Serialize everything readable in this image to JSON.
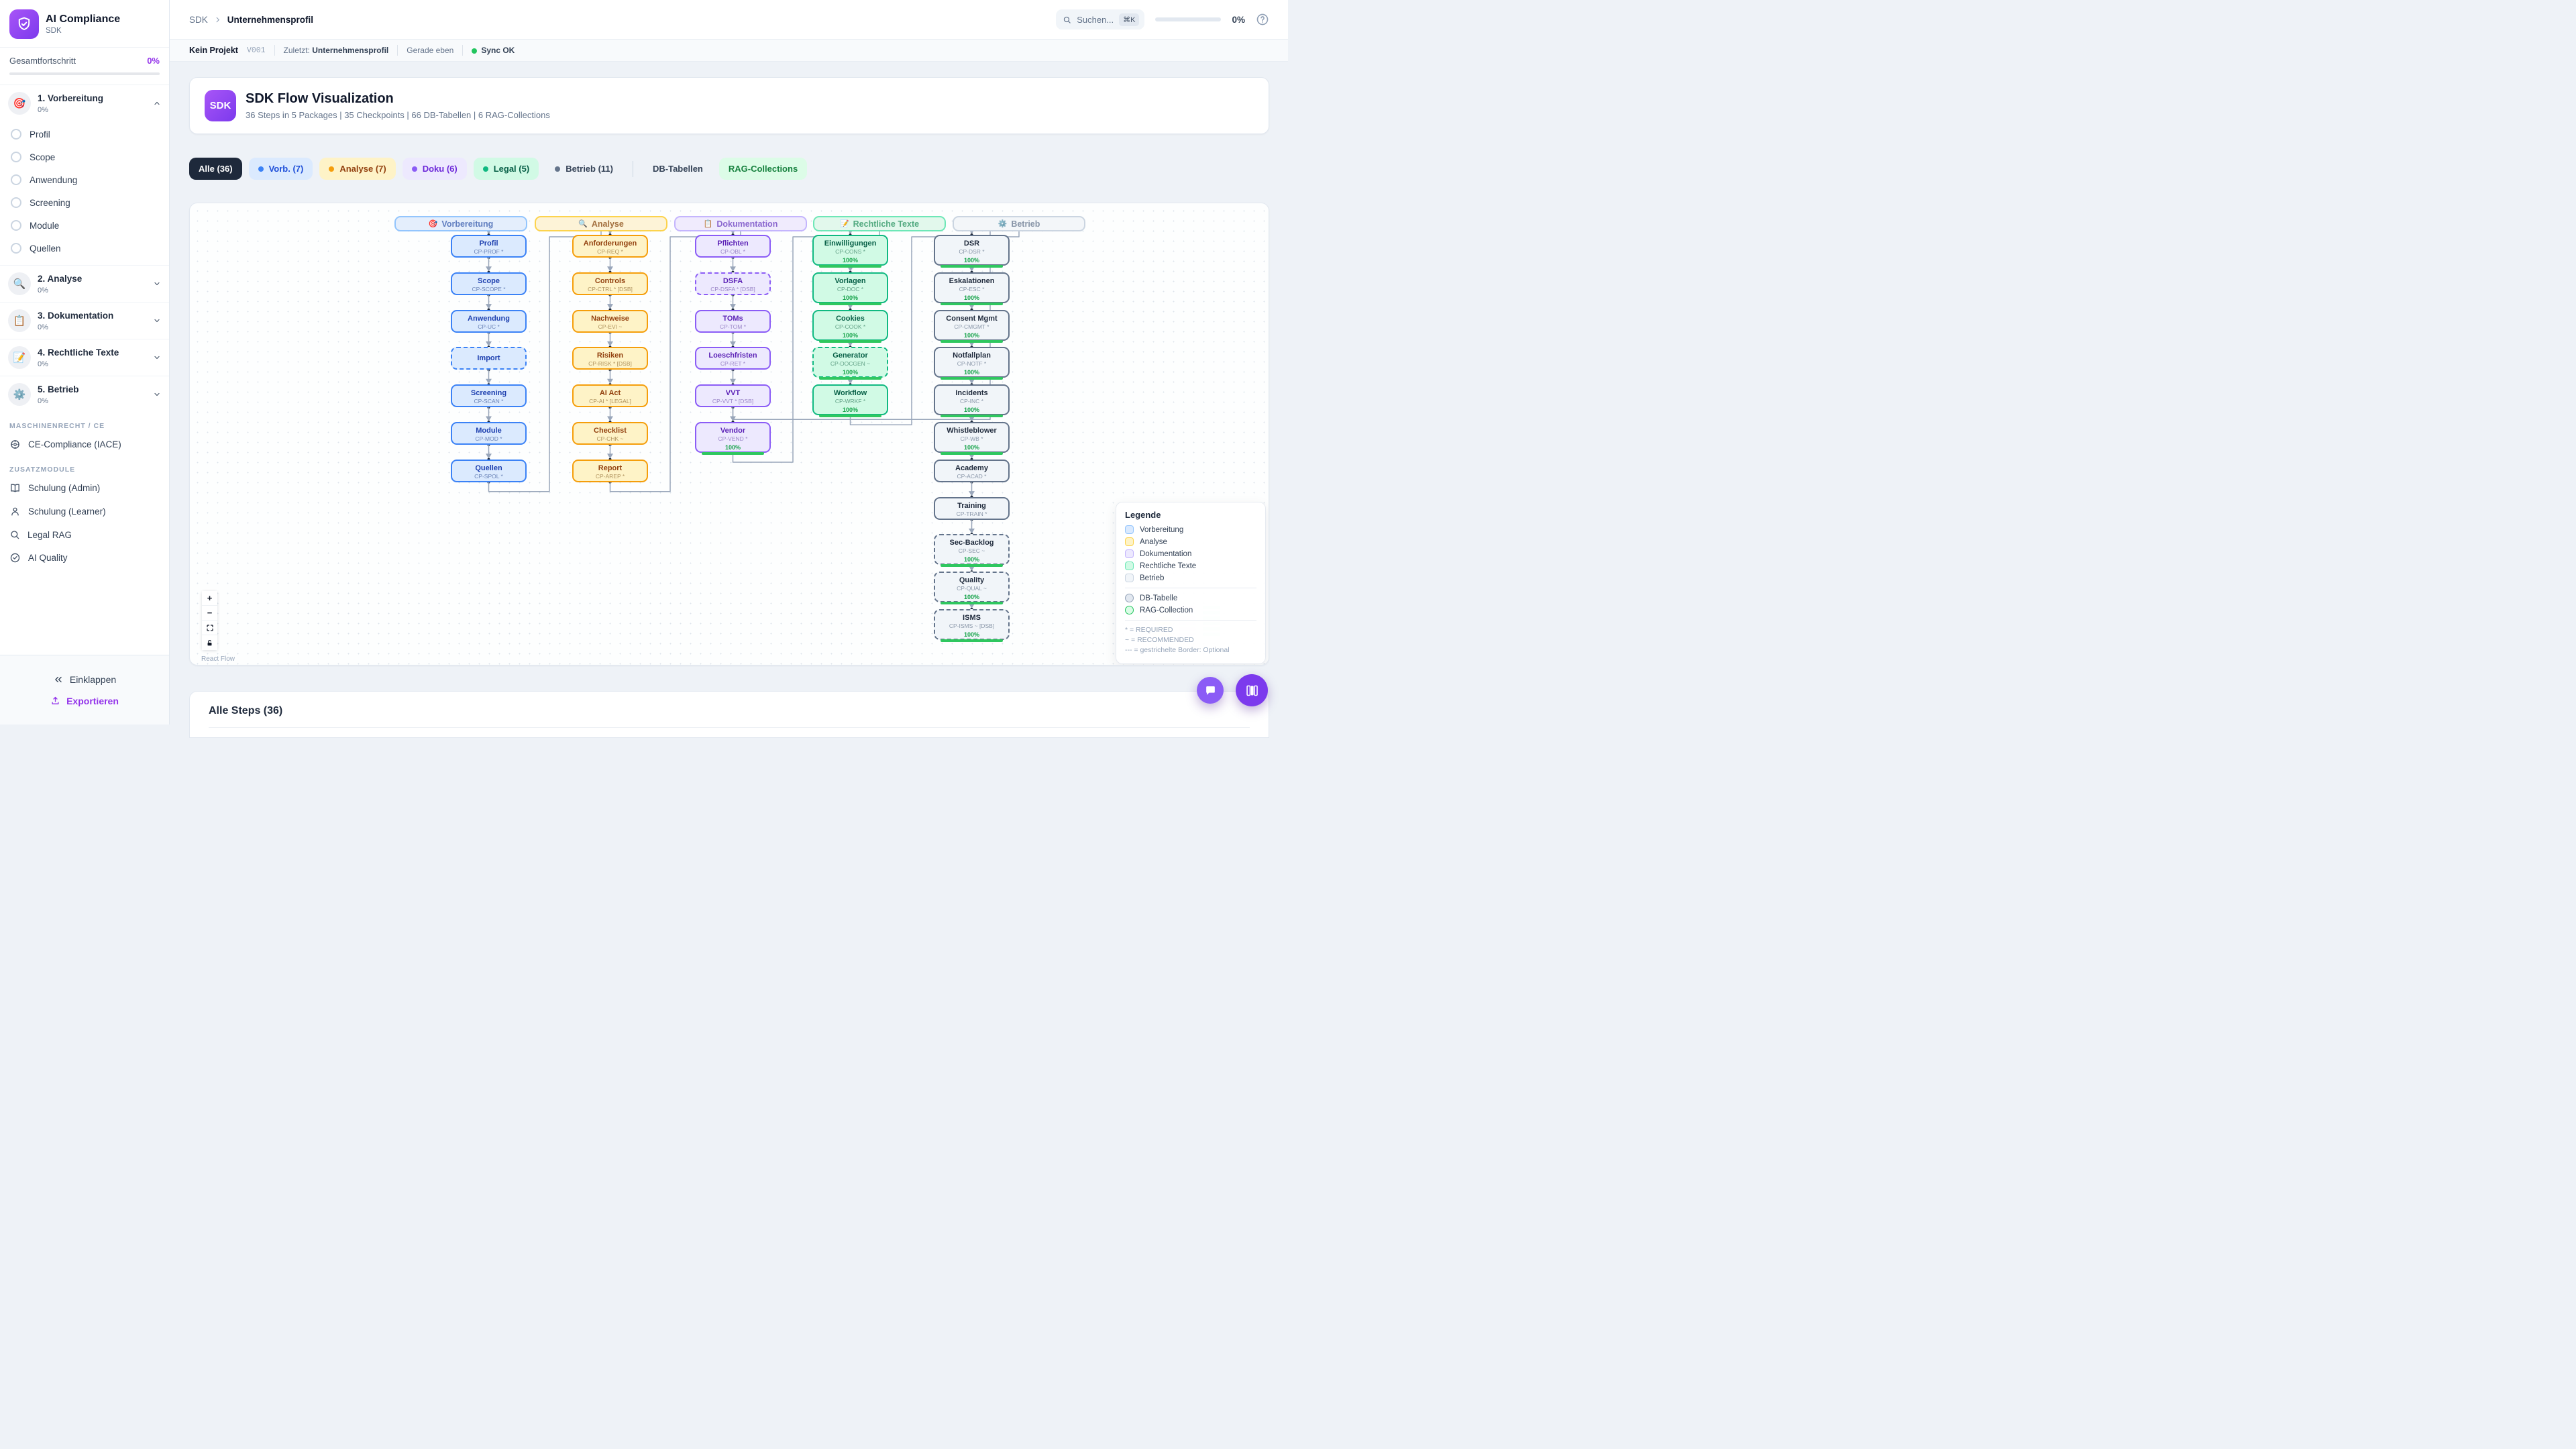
{
  "topbar": {
    "breadcrumb_root": "SDK",
    "breadcrumb_current": "Unternehmensprofil",
    "search_placeholder": "Suchen...",
    "search_shortcut": "⌘K",
    "progress_value": "0%"
  },
  "statusbar": {
    "project": "Kein Projekt",
    "version": "V001",
    "last_label": "Zuletzt:",
    "last_value": "Unternehmensprofil",
    "time": "Gerade eben",
    "sync": "Sync OK",
    "sync_color": "#22c55e"
  },
  "sidebar": {
    "app_title": "AI Compliance",
    "app_subtitle": "SDK",
    "overall_label": "Gesamtfortschritt",
    "overall_value": "0%",
    "accent": "#9333ea",
    "phases": [
      {
        "name": "1. Vorbereitung",
        "pct": "0%",
        "emoji": "🎯",
        "expanded": true,
        "items": [
          "Profil",
          "Scope",
          "Anwendung",
          "Screening",
          "Module",
          "Quellen"
        ]
      },
      {
        "name": "2. Analyse",
        "pct": "0%",
        "emoji": "🔍",
        "expanded": false,
        "items": []
      },
      {
        "name": "3. Dokumentation",
        "pct": "0%",
        "emoji": "📋",
        "expanded": false,
        "items": []
      },
      {
        "name": "4. Rechtliche Texte",
        "pct": "0%",
        "emoji": "📝",
        "expanded": false,
        "items": []
      },
      {
        "name": "5. Betrieb",
        "pct": "0%",
        "emoji": "⚙️",
        "expanded": false,
        "items": []
      }
    ],
    "section1_label": "MASCHINENRECHT / CE",
    "section1_items": [
      {
        "label": "CE-Compliance (IACE)",
        "icon": "iace-icon"
      }
    ],
    "section2_label": "ZUSATZMODULE",
    "section2_items": [
      {
        "label": "Schulung (Admin)",
        "icon": "book-icon"
      },
      {
        "label": "Schulung (Learner)",
        "icon": "person-icon"
      },
      {
        "label": "Legal RAG",
        "icon": "search-icon"
      },
      {
        "label": "AI Quality",
        "icon": "check-circle-icon"
      }
    ],
    "collapse_label": "Einklappen",
    "export_label": "Exportieren"
  },
  "hero": {
    "badge": "SDK",
    "title": "SDK Flow Visualization",
    "subtitle": "36 Steps in 5 Packages | 35 Checkpoints | 66 DB-Tabellen | 6 RAG-Collections"
  },
  "filters": {
    "chips": [
      {
        "label": "Alle (36)",
        "bg": "#1e293b",
        "color": "#ffffff",
        "dot": null
      },
      {
        "label": "Vorb. (7)",
        "bg": "#dbeafe",
        "color": "#1d4ed8",
        "dot": "#3b82f6"
      },
      {
        "label": "Analyse (7)",
        "bg": "#fef3c7",
        "color": "#92400e",
        "dot": "#f59e0b"
      },
      {
        "label": "Doku (6)",
        "bg": "#ede9fe",
        "color": "#6d28d9",
        "dot": "#8b5cf6"
      },
      {
        "label": "Legal (5)",
        "bg": "#d1fae5",
        "color": "#065f46",
        "dot": "#10b981"
      },
      {
        "label": "Betrieb (11)",
        "bg": "#eef2f7",
        "color": "#334155",
        "dot": "#64748b"
      }
    ],
    "extra_chips": [
      {
        "label": "DB-Tabellen",
        "bg": "#eef2f7",
        "color": "#334155"
      },
      {
        "label": "RAG-Collections",
        "bg": "#dcfce7",
        "color": "#15803d"
      }
    ]
  },
  "flow": {
    "packages": [
      {
        "label": "Vorbereitung",
        "emoji": "🎯",
        "headerBorder": "#93c5fd",
        "headerBg": "#e4eefc",
        "headerText": "#5f7dbf",
        "nodeBorder": "#3b82f6",
        "nodeBg": "#dbeafe",
        "titleColor": "#1e40af",
        "codeColor": "#6b84b8",
        "nodes": [
          {
            "title": "Profil",
            "code": "CP-PROF *"
          },
          {
            "title": "Scope",
            "code": "CP-SCOPE *"
          },
          {
            "title": "Anwendung",
            "code": "CP-UC *"
          },
          {
            "title": "Import",
            "code": null,
            "dashed": true
          },
          {
            "title": "Screening",
            "code": "CP-SCAN *"
          },
          {
            "title": "Module",
            "code": "CP-MOD *"
          },
          {
            "title": "Quellen",
            "code": "CP-SPOL *"
          }
        ]
      },
      {
        "label": "Analyse",
        "emoji": "🔍",
        "headerBorder": "#fcd34d",
        "headerBg": "#fdf3d7",
        "headerText": "#a3703f",
        "nodeBorder": "#f59e0b",
        "nodeBg": "#fef3c7",
        "titleColor": "#92400e",
        "codeColor": "#b0935e",
        "nodes": [
          {
            "title": "Anforderungen",
            "code": "CP-REQ *"
          },
          {
            "title": "Controls",
            "code": "CP-CTRL * [DSB]"
          },
          {
            "title": "Nachweise",
            "code": "CP-EVI ~"
          },
          {
            "title": "Risiken",
            "code": "CP-RISK * [DSB]"
          },
          {
            "title": "AI Act",
            "code": "CP-AI * [LEGAL]"
          },
          {
            "title": "Checklist",
            "code": "CP-CHK ~"
          },
          {
            "title": "Report",
            "code": "CP-AREP *"
          }
        ]
      },
      {
        "label": "Dokumentation",
        "emoji": "📋",
        "headerBorder": "#c4b5fd",
        "headerBg": "#f0ebfd",
        "headerText": "#8b68cf",
        "nodeBorder": "#8b5cf6",
        "nodeBg": "#ede9fe",
        "titleColor": "#5b21b6",
        "codeColor": "#9b86c8",
        "nodes": [
          {
            "title": "Pflichten",
            "code": "CP-OBL *"
          },
          {
            "title": "DSFA",
            "code": "CP-DSFA * [DSB]",
            "dashed": true
          },
          {
            "title": "TOMs",
            "code": "CP-TOM *"
          },
          {
            "title": "Loeschfristen",
            "code": "CP-RET *"
          },
          {
            "title": "VVT",
            "code": "CP-VVT * [DSB]"
          },
          {
            "title": "Vendor",
            "code": "CP-VEND *",
            "progress": "100%"
          }
        ]
      },
      {
        "label": "Rechtliche Texte",
        "emoji": "📝",
        "headerBorder": "#6ee7b7",
        "headerBg": "#e2f8ec",
        "headerText": "#51a97f",
        "nodeBorder": "#10b981",
        "nodeBg": "#d1fae5",
        "titleColor": "#065f46",
        "codeColor": "#63a287",
        "nodes": [
          {
            "title": "Einwilligungen",
            "code": "CP-CONS *",
            "progress": "100%"
          },
          {
            "title": "Vorlagen",
            "code": "CP-DOC *",
            "progress": "100%"
          },
          {
            "title": "Cookies",
            "code": "CP-COOK *",
            "progress": "100%"
          },
          {
            "title": "Generator",
            "code": "CP-DOCGEN ~",
            "progress": "100%",
            "dashed": true
          },
          {
            "title": "Workflow",
            "code": "CP-WRKF *",
            "progress": "100%"
          }
        ]
      },
      {
        "label": "Betrieb",
        "emoji": "⚙️",
        "headerBorder": "#cbd5e1",
        "headerBg": "#f3f6f9",
        "headerText": "#8794a7",
        "nodeBorder": "#64748b",
        "nodeBg": "#f1f5f9",
        "titleColor": "#1e293b",
        "codeColor": "#8a97a9",
        "nodes": [
          {
            "title": "DSR",
            "code": "CP-DSR *",
            "progress": "100%"
          },
          {
            "title": "Eskalationen",
            "code": "CP-ESC *",
            "progress": "100%"
          },
          {
            "title": "Consent Mgmt",
            "code": "CP-CMGMT *",
            "progress": "100%"
          },
          {
            "title": "Notfallplan",
            "code": "CP-NOTF *",
            "progress": "100%"
          },
          {
            "title": "Incidents",
            "code": "CP-INC *",
            "progress": "100%"
          },
          {
            "title": "Whistleblower",
            "code": "CP-WB *",
            "progress": "100%"
          },
          {
            "title": "Academy",
            "code": "CP-ACAD *"
          },
          {
            "title": "Training",
            "code": "CP-TRAIN *"
          },
          {
            "title": "Sec-Backlog",
            "code": "CP-SEC ~",
            "progress": "100%",
            "dashed": true
          },
          {
            "title": "Quality",
            "code": "CP-QUAL ~",
            "progress": "100%",
            "dashed": true
          },
          {
            "title": "ISMS",
            "code": "CP-ISMS ~ [DSB]",
            "progress": "100%",
            "dashed": true
          }
        ]
      }
    ],
    "progress_color": "#22c55e",
    "edge_color": "#99a6ba",
    "legend": {
      "title": "Legende",
      "circles": [
        {
          "label": "DB-Tabelle",
          "border": "#94a3b8",
          "bg": "#e2e8f0"
        },
        {
          "label": "RAG-Collection",
          "border": "#22c55e",
          "bg": "#dcfce7"
        }
      ],
      "notes": [
        "* = REQUIRED",
        "~ = RECOMMENDED",
        "--- = gestrichelte Border: Optional"
      ]
    },
    "attribution": "React Flow"
  },
  "bottom": {
    "title": "Alle Steps (36)"
  }
}
